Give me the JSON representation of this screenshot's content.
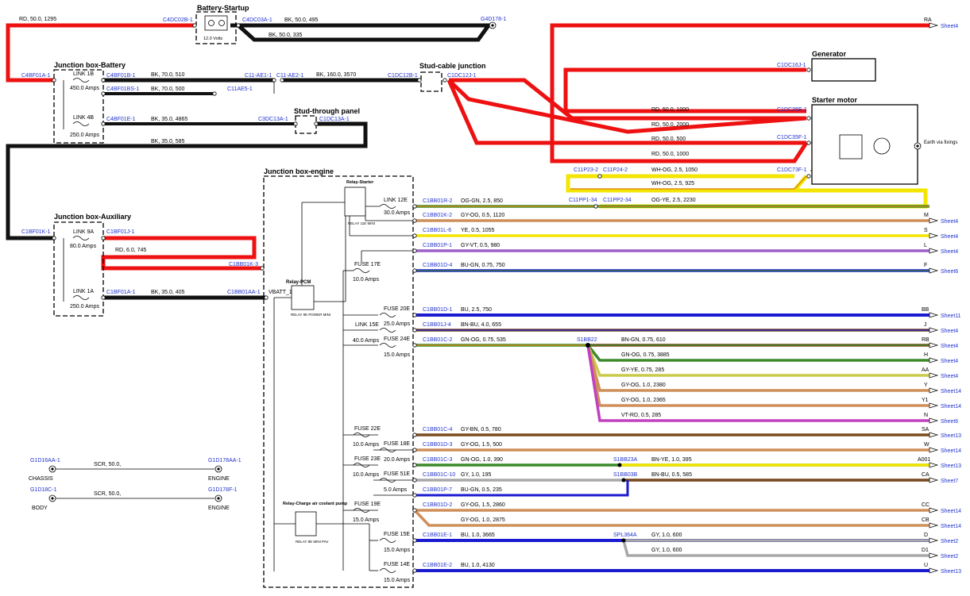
{
  "titles": {
    "battery_startup": "Battery-Startup",
    "jb_battery": "Junction box-Battery",
    "stud_cable": "Stud-cable junction",
    "stud_through": "Stud-through panel",
    "generator": "Generator",
    "starter_motor": "Starter motor",
    "jb_aux": "Junction box-Auxiliary",
    "jb_engine": "Junction box-engine",
    "relay_starter": "Relay-Starter",
    "relay_pcm": "Relay-PCM",
    "relay_charge": "Relay-Charge air coolant pump"
  },
  "battery": {
    "volts": "12.0 Volts"
  },
  "relay_sub": {
    "starter": "RELAY 11E MINI",
    "pcm": "RELAY 9E POWER MINI",
    "charge": "RELAY 8E MINI PAV"
  },
  "earth_label": "Earth via fixings",
  "vbatt": "VBATT_1",
  "connectors": {
    "c4dc02b": "C4DC02B-1",
    "c4dc03a": "C4DC03A-1",
    "g4d178": "G4D178-1",
    "c4bf01a": "C4BF01A-1",
    "c4bf01b": "C4BF01B-1",
    "c4bf01bs": "C4BF01BS-1",
    "c11ae1": "C11-AE1-1",
    "c11ae2": "C11-AE2-1",
    "c11ae5": "C11AE5-1",
    "c1dc12b": "C1DC12B-1",
    "c1dc12j": "C1DC12J-1",
    "c4bf01e": "C4BF01E-1",
    "c3dc13a": "C3DC13A-1",
    "c1dc13a": "C1DC13A-1",
    "c1dc16j": "C1DC16J-1",
    "c1dc35e": "C1DC35E-1",
    "c1dc35f": "C1DC35F-1",
    "c1dc73f": "C1DC73F-1",
    "c11p23": "C11P23-2",
    "c11p24": "C11P24-2",
    "c11pp1": "C11PP1-34",
    "c11pp2": "C11PP2-34",
    "c1bf01k": "C1BF01K-1",
    "c1bf01j": "C1BF01J-1",
    "c1bb01k3": "C1BB01K-3",
    "c1bf01a": "C1BF01A-1",
    "c1bb01aa": "C1BB01AA-1",
    "c1bb01r2": "C1BB01R-2",
    "c1bb01k2": "C1BB01K-2",
    "c1bb01l6": "C1BB01L-6",
    "c1bb01p1": "C1BB01P-1",
    "c1bb01d4": "C1BB01D-4",
    "c1bb01d1": "C1BB01D-1",
    "c1bb01j4": "C1BB01J-4",
    "c1bb01c2": "C1BB01C-2",
    "c1bb01c4": "C1BB01C-4",
    "c1bb01d3": "C1BB01D-3",
    "c1bb01c3": "C1BB01C-3",
    "c1bb01c10": "C1BB01C-10",
    "c1bb01p7": "C1BB01P-7",
    "c1bb01d2": "C1BB01D-2",
    "c1bb01e1": "C1BB01E-1",
    "c1bb01e2": "C1BB01E-2",
    "s1bb22": "S1BB22",
    "s1bb23a": "S1BB23A",
    "s1bb03b": "S1BB03B",
    "spl364a": "SPL364A",
    "g1d16aa": "G1D16AA-1",
    "g1d178aa": "G1D178AA-1",
    "g1d18c": "G1D18C-1",
    "g1d178f": "G1D178F-1"
  },
  "fuses": {
    "link1b": {
      "name": "LINK 1B",
      "rating": "450.0 Amps"
    },
    "link4b": {
      "name": "LINK 4B",
      "rating": "250.0 Amps"
    },
    "link9a": {
      "name": "LINK 9A",
      "rating": "80.0 Amps"
    },
    "link1a": {
      "name": "LINK 1A",
      "rating": "250.0 Amps"
    },
    "link12e": {
      "name": "LINK 12E",
      "rating": "30.0 Amps"
    },
    "fuse17e": {
      "name": "FUSE 17E",
      "rating": "10.0 Amps"
    },
    "fuse20e": {
      "name": "FUSE 20E",
      "rating": "25.0 Amps"
    },
    "link15e": {
      "name": "LINK 15E",
      "rating": "40.0 Amps"
    },
    "fuse24e": {
      "name": "FUSE 24E",
      "rating": "15.0 Amps"
    },
    "fuse22e": {
      "name": "FUSE 22E",
      "rating": "10.0 Amps"
    },
    "fuse18e": {
      "name": "FUSE 18E",
      "rating": "20.0 Amps"
    },
    "fuse23e": {
      "name": "FUSE 23E",
      "rating": "10.0 Amps"
    },
    "fuse51e": {
      "name": "FUSE 51E",
      "rating": "5.0 Amps"
    },
    "fuse19e": {
      "name": "FUSE 19E",
      "rating": "15.0 Amps"
    },
    "fuse15e": {
      "name": "FUSE 15E",
      "rating": "15.0 Amps"
    },
    "fuse14e": {
      "name": "FUSE 14E",
      "rating": "15.0 Amps"
    }
  },
  "wires": {
    "w1": "RD, 50.0, 1295",
    "w2": "BK, 50.0, 495",
    "w3": "BK, 50.0, 335",
    "w4": "BK, 70.0, 510",
    "w5": "BK, 70.0, 500",
    "w6": "BK, 160.0, 3570",
    "w7": "BK, 35.0, 4865",
    "w8": "BK, 35.0, 585",
    "w9": "RD, 50.0, 1000",
    "w10": "RD, 50.0, 2000",
    "w11": "RD, 50.0, 500",
    "w12": "RD, 50.0, 1000",
    "w13": "WH-OG, 2.5, 1050",
    "w14": "WH-OG, 2.5, 925",
    "w15": "OG-YE, 2.5, 2230",
    "w16": "RD, 6.0, 745",
    "w17": "BK, 35.0, 405",
    "w18": "OG-GN, 2.5, 850",
    "w19": "GY-OG, 0.5, 1120",
    "w20": "YE, 0.5, 1055",
    "w21": "GY-VT, 0.5, 980",
    "w22": "BU-GN, 0.75, 750",
    "w23": "BU, 2.5, 750",
    "w24": "BN-BU, 4.0, 655",
    "w25": "GN-OG, 0.75, 535",
    "w26": "BN-GN, 0.75, 610",
    "w27": "GN-OG, 0.75, 3885",
    "w28": "GY-YE, 0.75, 285",
    "w29": "GY-OG, 1.0, 2380",
    "w30": "GY-OG, 1.0, 2365",
    "w31": "VT-RD, 0.5, 285",
    "w32": "GY-BN, 0.5, 780",
    "w33": "GY-OG, 1.5, 500",
    "w34": "GN-OG, 1.0, 390",
    "w35": "BN-YE, 1.0, 395",
    "w36": "GY, 1.0, 195",
    "w37": "BN-BU, 0.5, 585",
    "w38": "BU-GN, 0.5, 235",
    "w39": "GY-OG, 1.5, 2860",
    "w40": "GY-OG, 1.0, 2875",
    "w41": "BU, 1.0, 3665",
    "w42": "GY, 1.0, 600",
    "w43": "GY, 1.0, 600",
    "w44": "BU, 1.0, 4130",
    "scr1": "SCR, 50.0,",
    "scr2": "SCR, 50.0,"
  },
  "grounds": {
    "chassis": "CHASSIS",
    "engine1": "ENGINE",
    "body": "BODY",
    "engine2": "ENGINE"
  },
  "right_labels": {
    "ra": "RA",
    "m": "M",
    "s": "S",
    "l": "L",
    "f": "F",
    "bb": "BB",
    "j": "J",
    "rb": "RB",
    "h": "H",
    "aa": "AA",
    "y": "Y",
    "y1": "Y1",
    "n": "N",
    "sa": "SA",
    "w": "W",
    "a001": "A001",
    "ca": "CA",
    "cc": "CC",
    "cb": "CB",
    "d": "D",
    "d1": "D1",
    "u": "U"
  },
  "sheets": {
    "ra": "Sheet4",
    "m": "Sheet4",
    "s": "Sheet4",
    "l": "Sheet4",
    "f": "Sheet6",
    "bb": "Sheet11",
    "j": "Sheet4",
    "rb": "Sheet4",
    "h": "Sheet4",
    "aa": "Sheet4",
    "y": "Sheet14",
    "y1": "Sheet14",
    "n": "Sheet6",
    "sa": "Sheet13",
    "w": "Sheet14",
    "a001": "Sheet13",
    "ca": "Sheet7",
    "cc": "Sheet14",
    "cb": "Sheet14",
    "d": "Sheet2",
    "d1": "Sheet2",
    "u": "Sheet13"
  },
  "colors": {
    "red": "#ee1111",
    "black": "#111111",
    "blue": "#1a1ad0",
    "yellow": "#f3e500",
    "orange": "#e08a16",
    "tan": "#cf8f5a",
    "gray": "#a8a8a8",
    "purple": "#9c5fc9",
    "green": "#3c8a2a",
    "magenta": "#c040c0",
    "brown": "#7a4a1e"
  }
}
